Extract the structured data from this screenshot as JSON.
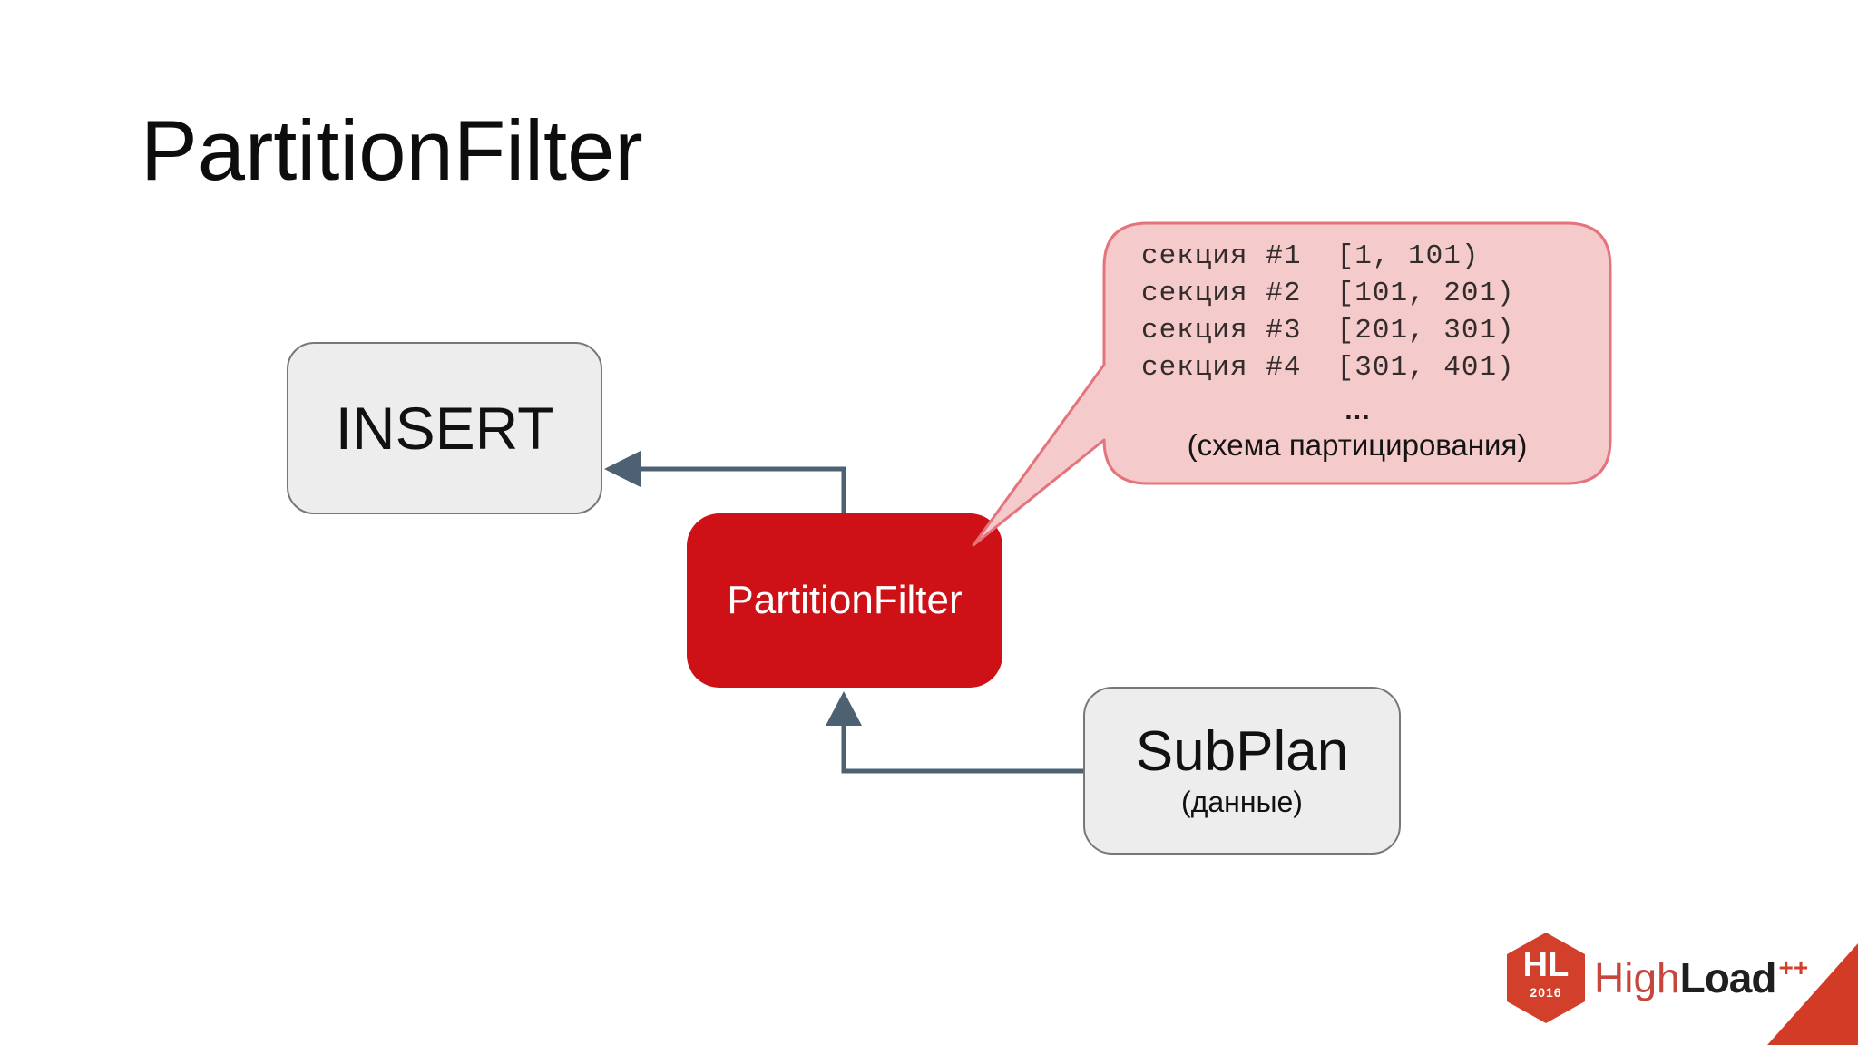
{
  "title": "PartitionFilter",
  "nodes": {
    "insert": {
      "label": "INSERT"
    },
    "partition_filter": {
      "label": "PartitionFilter"
    },
    "subplan": {
      "label": "SubPlan",
      "sublabel": "(данные)"
    }
  },
  "callout": {
    "lines": [
      "секция #1  [1, 101)",
      "секция #2  [101, 201)",
      "секция #3  [201, 301)",
      "секция #4  [301, 401)"
    ],
    "ellipsis": "…",
    "caption": "(схема партицирования)"
  },
  "logo": {
    "badge_initials": "HL",
    "badge_year": "2016",
    "brand_high": "High",
    "brand_load": "Load",
    "brand_plusplus": "++"
  },
  "colors": {
    "node_red": "#cd1116",
    "callout_fill": "#f5caca",
    "callout_border": "#e4737c",
    "arrow": "#4e6172",
    "box_fill": "#ededed",
    "box_border": "#777777",
    "logo_red": "#d2402c",
    "corner_triangle": "#d23b26"
  }
}
